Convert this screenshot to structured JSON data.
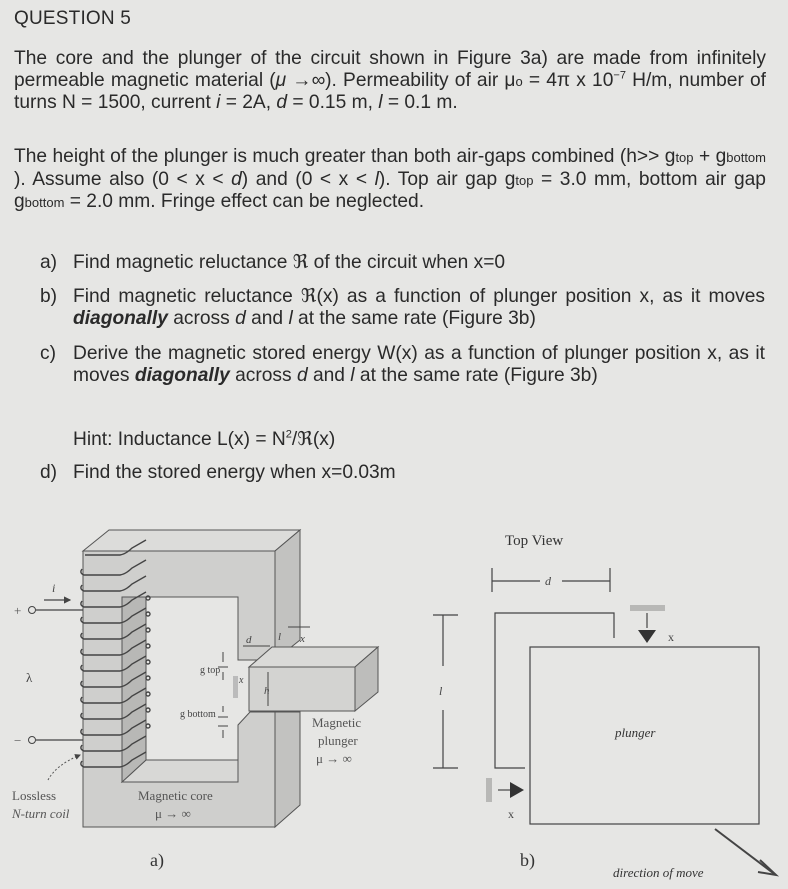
{
  "question": {
    "title": "QUESTION 5",
    "paragraph1": {
      "part1": "The core and the plunger of the circuit shown in Figure 3a) are made from infinitely permeable magnetic material (",
      "mu_inf": "μ →∞",
      "part2": "). Permeability of air  μ",
      "mu0_sub": "o",
      "part3": " = 4π x 10",
      "exp": "−7",
      "part4": " H/m, number of turns N = 1500, current ",
      "i_var": "i",
      "part5": " = 2A, ",
      "d_var": "d",
      "part6": " = 0.15 m, ",
      "l_var": "l",
      "part7": " = 0.1 m."
    },
    "paragraph2": {
      "part1": "The height of the plunger is much greater than both air-gaps combined (h>> g",
      "sub_top": "top",
      "part2": " + g",
      "sub_bottom": "bottom",
      "part3": " ). Assume also (0 < x < ",
      "d_var": "d",
      "part4": ") and (0 < x < ",
      "l_var": "l",
      "part5": "). Top air gap g",
      "sub_top2": "top",
      "part6": " = 3.0 mm, bottom air gap g",
      "sub_bottom2": "bottom",
      "part7": " = 2.0 mm. Fringe effect can be neglected."
    },
    "items": [
      {
        "label": "a)",
        "text": "Find magnetic reluctance ℜ of the circuit when x=0"
      },
      {
        "label": "b)",
        "text1": "Find magnetic reluctance ℜ(x) as a function of plunger position x, as it moves ",
        "emph": "diagonally",
        "text2": " across ",
        "d_var": "d",
        "text3": " and ",
        "l_var": "l",
        "text4": " at the same rate (Figure 3b)"
      },
      {
        "label": "c)",
        "text1": "Derive the magnetic stored energy W(x) as a function of plunger position x, as it moves ",
        "emph": "diagonally",
        "text2": " across ",
        "d_var": "d",
        "text3": " and ",
        "l_var": "l",
        "text4": " at the same rate (Figure 3b)"
      },
      {
        "label": "d)",
        "text": "Find the stored energy when x=0.03m"
      }
    ],
    "hint": {
      "text1": "Hint: Inductance L(x) = N",
      "exp": "2",
      "text2": "/ℜ(x)"
    }
  },
  "figure_a": {
    "caption": "a)",
    "current_label": "i",
    "plus_terminal": "+",
    "minus_terminal": "−",
    "flux_label": "λ",
    "coil_label_line1": "Lossless",
    "coil_label_line2": "N-turn coil",
    "core_label_line1": "Magnetic core",
    "core_label_line2": "μ → ∞",
    "plunger_label_line1": "Magnetic",
    "plunger_label_line2": "plunger",
    "plunger_label_line3": "μ → ∞",
    "g_top_label": "g top",
    "g_bottom_label": "g bottom",
    "d_label": "d",
    "l_label": "l",
    "x_label": "x",
    "x_arrow_label": "x",
    "h_label": "h"
  },
  "figure_b": {
    "caption": "b)",
    "title": "Top View",
    "d_label": "d",
    "l_label": "l",
    "x_top": "x",
    "x_left": "x",
    "plunger_label": "plunger",
    "direction_label": "direction of move"
  },
  "colors": {
    "background": "#e6e6e4",
    "text": "#2a2a2a",
    "core_front": "#cfcfcd",
    "core_side": "#bdbdbb",
    "line": "#555555"
  }
}
